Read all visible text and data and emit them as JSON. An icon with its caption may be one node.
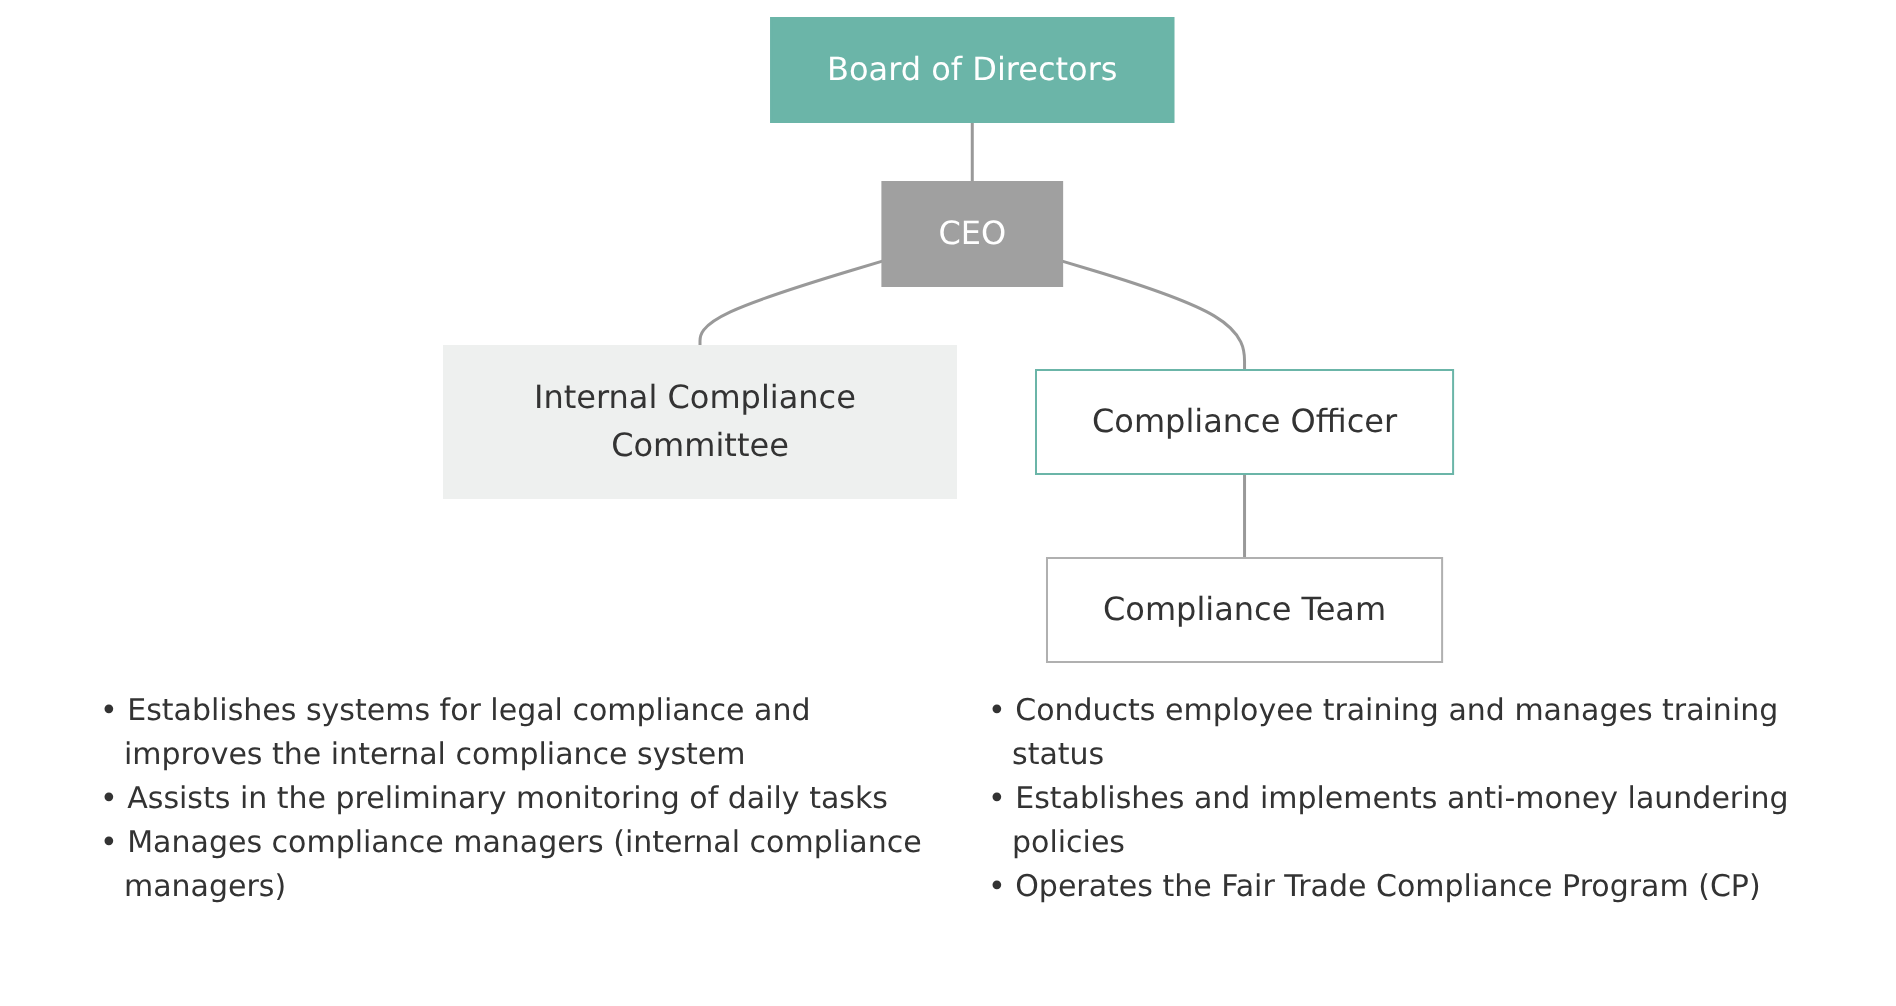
{
  "diagram": {
    "nodes": [
      {
        "text": [
          "Board of Directors"
        ]
      },
      {
        "text": [
          "CEO"
        ]
      },
      {
        "text": [
          "Internal Compliance Committee"
        ]
      },
      {
        "text": [
          "Compliance Officer"
        ]
      },
      {
        "text": [
          "Compliance Team"
        ]
      }
    ],
    "edges": [
      {
        "from": 0,
        "to": 1,
        "arrow": "none"
      },
      {
        "from": 1,
        "to": 3,
        "arrow": "none"
      },
      {
        "from": 1,
        "to": 2,
        "arrow": "none"
      },
      {
        "from": 3,
        "to": 4,
        "arrow": "none"
      }
    ],
    "labels": [
      "• Establishes systems for legal compliance and improves the internal compliance system",
      "• Assists in the preliminary monitoring of daily tasks",
      "• Manages compliance managers (internal compliance managers)",
      "• Conducts employee training and manages training status",
      "• Establishes and implements anti-money laundering policies",
      "• Operates the Fair Trade Compliance Program (CP)"
    ]
  }
}
